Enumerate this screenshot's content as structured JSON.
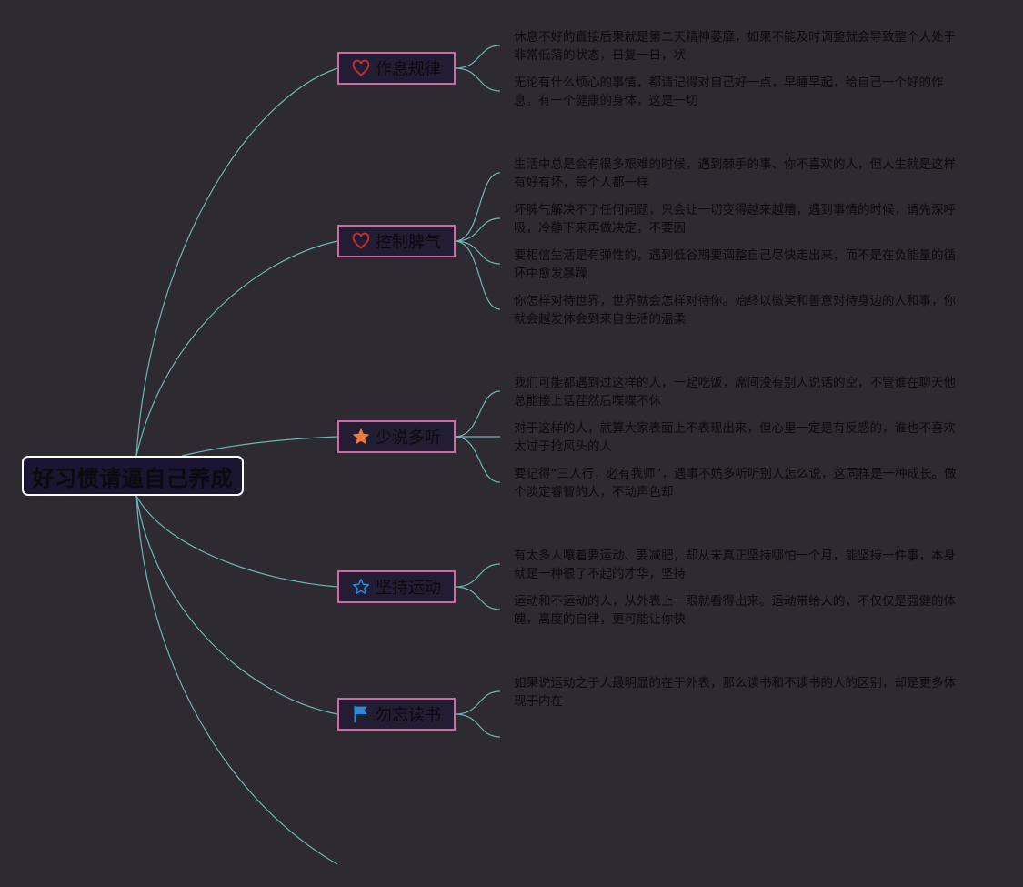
{
  "root": {
    "title": "好习惯请逼自己养成"
  },
  "branches": [
    {
      "label": "作息规律",
      "icon": "heart-outline-icon",
      "leaves": [
        "休息不好的直接后果就是第二天精神萎靡，如果不能及时调整就会导致整个人处于非常低落的状态，日复一日，状",
        "无论有什么烦心的事情，都请记得对自己好一点，早睡早起，给自己一个好的作息。有一个健康的身体，这是一切"
      ]
    },
    {
      "label": "控制脾气",
      "icon": "heart-outline-icon",
      "leaves": [
        "生活中总是会有很多艰难的时候，遇到棘手的事、你不喜欢的人，但人生就是这样有好有坏，每个人都一样",
        "坏脾气解决不了任何问题，只会让一切变得越来越糟，遇到事情的时候，请先深呼吸，冷静下来再做决定，不要因",
        "要相信生活是有弹性的，遇到低谷期要调整自己尽快走出来，而不是在负能量的循环中愈发暴躁",
        "你怎样对待世界，世界就会怎样对待你。始终以微笑和善意对待身边的人和事，你就会越发体会到来自生活的温柔"
      ]
    },
    {
      "label": "少说多听",
      "icon": "star-filled-icon",
      "leaves": [
        "我们可能都遇到过这样的人，一起吃饭，席间没有别人说话的空，不管谁在聊天他总能接上话茬然后喋喋不休",
        "对于这样的人，就算大家表面上不表现出来，但心里一定是有反感的，谁也不喜欢太过于抢风头的人",
        "要记得“三人行，必有我师”，遇事不妨多听听别人怎么说，这同样是一种成长。做个淡定睿智的人，不动声色却"
      ]
    },
    {
      "label": "坚持运动",
      "icon": "star-outline-icon",
      "leaves": [
        "有太多人嚷着要运动、要减肥，却从未真正坚持哪怕一个月，能坚持一件事，本身就是一种很了不起的才华，坚持",
        "运动和不运动的人，从外表上一眼就看得出来。运动带给人的，不仅仅是强健的体魄，高度的自律，更可能让你快"
      ]
    },
    {
      "label": "勿忘读书",
      "icon": "flag-icon",
      "leaves": [
        "如果说运动之于人最明显的在于外表，那么读书和不读书的人的区别，却是更多体现于内在",
        ""
      ]
    }
  ],
  "colors": {
    "background": "#2d2a31",
    "line": "#6fb5b5",
    "branch_border": "#d06aa4",
    "heart": "#cc2b2b",
    "star_filled": "#f07a3a",
    "star_outline": "#2a8ad6",
    "flag": "#2a8ad6"
  }
}
